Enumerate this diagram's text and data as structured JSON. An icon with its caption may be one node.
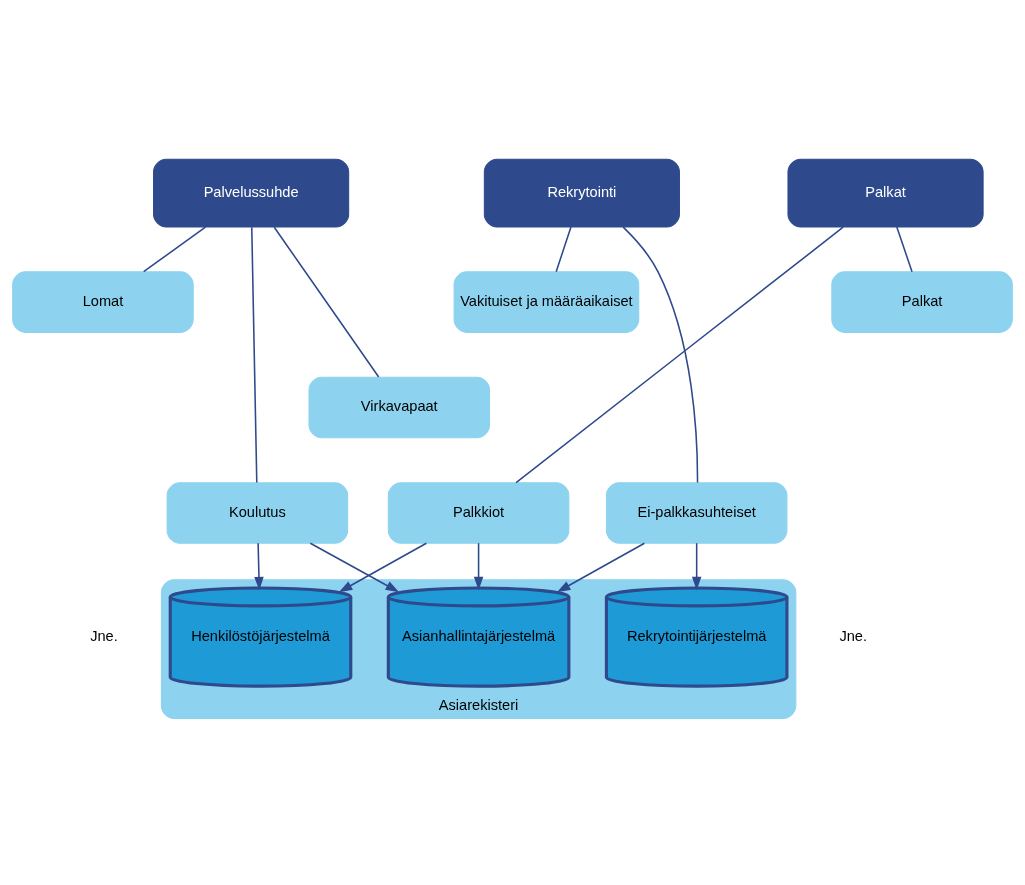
{
  "diagram": {
    "nodes": [
      {
        "text": [
          "Rekrytointi"
        ]
      },
      {
        "text": [
          "Vakituiset ja määräaikaiset"
        ]
      },
      {
        "text": [
          "Ei-palkkasuhteiset"
        ]
      },
      {
        "text": [
          "Palvelussuhde"
        ]
      },
      {
        "text": [
          "Lomat"
        ]
      },
      {
        "text": [
          "Virkavapaat"
        ]
      },
      {
        "text": [
          "Koulutus"
        ]
      },
      {
        "text": [
          "Palkat"
        ]
      },
      {
        "text": [
          "Palkat"
        ]
      },
      {
        "text": [
          "Palkkiot"
        ]
      },
      {
        "text": [
          "Asiarekisteri"
        ]
      },
      {
        "text": [
          "Rekrytointijärjestelmä"
        ],
        "in": 10
      },
      {
        "text": [
          "Asianhallintajärjestelmä"
        ],
        "in": 10
      },
      {
        "text": [
          "Henkilöstöjärjestelmä"
        ],
        "in": 10
      }
    ],
    "edges": [
      {
        "from": 0,
        "to": 1,
        "arrow": "none"
      },
      {
        "from": 0,
        "to": 2,
        "arrow": "none"
      },
      {
        "from": 3,
        "to": 4,
        "arrow": "none"
      },
      {
        "from": 3,
        "to": 5,
        "arrow": "none"
      },
      {
        "from": 3,
        "to": 6,
        "arrow": "none"
      },
      {
        "from": 7,
        "to": 8,
        "arrow": "none"
      },
      {
        "from": 7,
        "to": 9,
        "arrow": "none"
      },
      {
        "from": 2,
        "to": 11,
        "arrow": "to"
      },
      {
        "from": 2,
        "to": 12,
        "arrow": "to"
      },
      {
        "from": 6,
        "to": 12,
        "arrow": "to"
      },
      {
        "from": 6,
        "to": 13,
        "arrow": "to"
      },
      {
        "from": 9,
        "to": 12,
        "arrow": "to"
      },
      {
        "from": 9,
        "to": 13,
        "arrow": "to"
      }
    ],
    "labels": [
      "Jne.",
      "Jne."
    ]
  }
}
